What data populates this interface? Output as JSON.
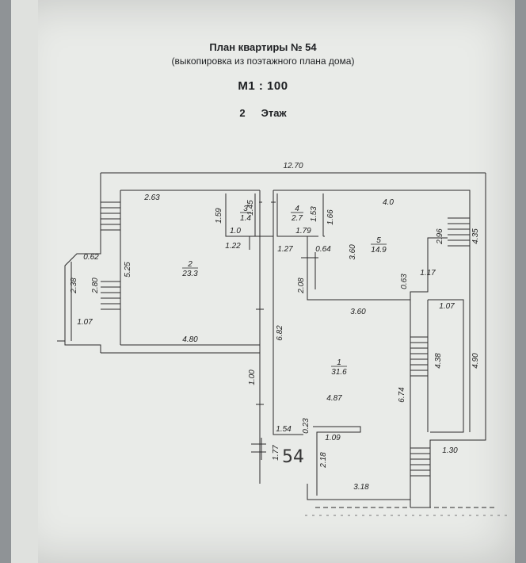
{
  "header": {
    "title": "План квартиры № 54",
    "subtitle": "(выкопировка из поэтажного плана дома)",
    "scale": "М1 : 100",
    "floor_number": "2",
    "floor_label": "Этаж"
  },
  "plan": {
    "overall_width": "12.70",
    "rooms": [
      {
        "number": "1",
        "area": "31.6"
      },
      {
        "number": "2",
        "area": "23.3"
      },
      {
        "number": "3",
        "area": "1.4"
      },
      {
        "number": "4",
        "area": "2.7"
      },
      {
        "number": "5",
        "area": "14.9"
      }
    ],
    "dims": {
      "d_2_63": "2.63",
      "d_1_59": "1.59",
      "d_1_45": "1.45",
      "d_1_0": "1.0",
      "d_1_22": "1.22",
      "d_1_53": "1.53",
      "d_1_66": "1.66",
      "d_1_79": "1.79",
      "d_1_27": "1.27",
      "d_0_64": "0.64",
      "d_4_0": "4.0",
      "d_2_96": "2.96",
      "d_4_35": "4.35",
      "d_3_60a": "3.60",
      "d_1_17": "1.17",
      "d_0_63": "0.63",
      "d_2_08": "2.08",
      "d_3_60b": "3.60",
      "d_0_62": "0.62",
      "d_5_25": "5.25",
      "d_2_38": "2.38",
      "d_2_80": "2.80",
      "d_1_07a": "1.07",
      "d_4_80": "4.80",
      "d_6_82": "6.82",
      "d_1_00": "1.00",
      "d_1_07b": "1.07",
      "d_4_38": "4.38",
      "d_4_90": "4.90",
      "d_4_87": "4.87",
      "d_6_74": "6.74",
      "d_0_23": "0.23",
      "d_1_54": "1.54",
      "d_1_09": "1.09",
      "d_1_77": "1.77",
      "d_2_18": "2.18",
      "d_1_30": "1.30",
      "d_3_18": "3.18"
    },
    "stamp": "54"
  }
}
